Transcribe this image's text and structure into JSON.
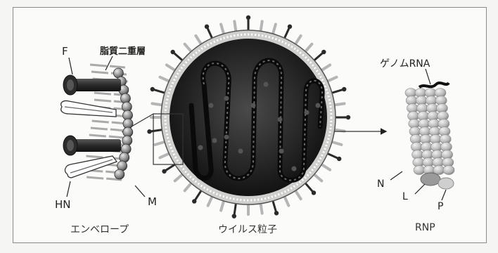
{
  "labels": {
    "f": "F",
    "lipid_bilayer": "脂質二重層",
    "hn": "HN",
    "m": "M",
    "genome_rna": "ゲノムRNA",
    "n": "N",
    "l": "L",
    "p": "P"
  },
  "captions": {
    "envelope": "エンベロープ",
    "virus_particle": "ウイルス粒子",
    "rnp": "RNP"
  },
  "colors": {
    "background": "#fbfbf9",
    "border": "#8a8a88",
    "virion_core": "#1a1a1a",
    "spike_dark": "#2a2a2a",
    "spike_light": "#b5b5b5",
    "bead": "#c9c9c9"
  }
}
